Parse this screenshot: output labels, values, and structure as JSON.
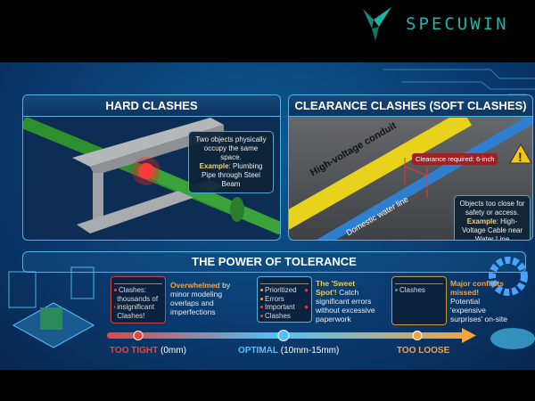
{
  "brand": {
    "name": "SPECUWIN",
    "color": "#1fb2a8"
  },
  "hard": {
    "title": "HARD CLASHES",
    "desc": "Two objects physically occupy the same space.",
    "ex_label": "Example",
    "ex_text": ": Plumbing Pipe through Steel Beam"
  },
  "soft": {
    "title": "CLEARANCE CLASHES (SOFT CLASHES)",
    "conduit": "High-voltage conduit",
    "water": "Domestic water line",
    "clearance": "Clearance required: 6-inch",
    "desc": "Objects too close for safety or access.",
    "ex_label": "Example",
    "ex_text": ": High-Voltage Cable near Water Line"
  },
  "tolerance": {
    "title": "THE POWER OF TOLERANCE",
    "tight": {
      "items": [
        "Clashes:",
        "thousands of insignificant Clashes!"
      ],
      "note_bold": "Overwhelmed",
      "note": " by minor modeling overlaps and imperfections",
      "label": "TOO TIGHT",
      "value": " (0mm)",
      "color": "#e2463f"
    },
    "optimal": {
      "items": [
        "Prioritized",
        "Errors",
        "Important",
        "Clashes"
      ],
      "note_bold": "The 'Sweet Spot'!",
      "note": " Catch significant errors without excessive paperwork",
      "label": "OPTIMAL",
      "value": " (10mm-15mm)",
      "color": "#4fc3f7"
    },
    "loose": {
      "items": [
        "Clashes"
      ],
      "note_bold": "Major conflicts missed!",
      "note": " Potential 'expensive surprises' on-site",
      "label": "TOO LOOSE",
      "color": "#f4a340"
    }
  }
}
